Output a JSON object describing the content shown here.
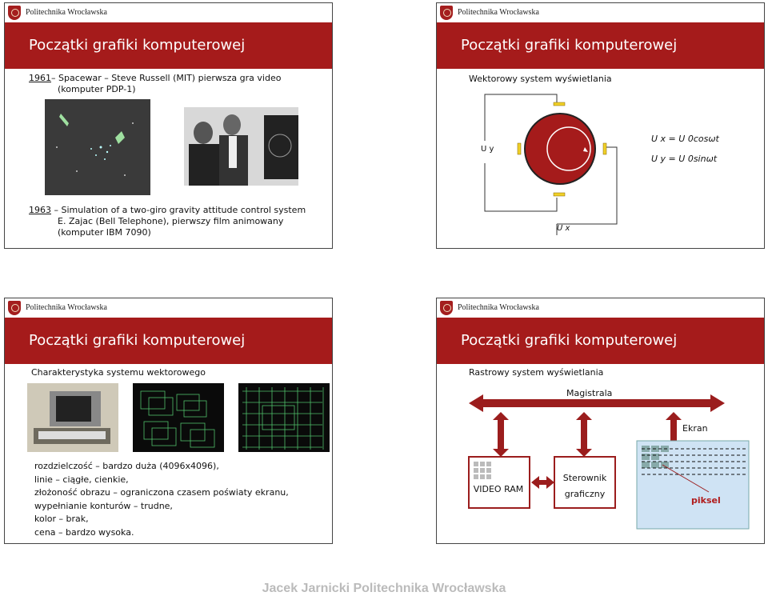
{
  "university": "Politechnika Wrocławska",
  "slides": {
    "s1": {
      "title": "Początki grafiki komputerowej",
      "line1_year": "1961",
      "line1_text": "– Spacewar – Steve Russell (MIT) pierwsza gra video",
      "line1b": "(komputer PDP-1)",
      "line2_year": "1963",
      "line2_text": " – Simulation of a two-giro gravity attitude  control system",
      "line3": "E. Zajac (Bell Telephone), pierwszy film animowany",
      "line4": "(komputer IBM 7090)"
    },
    "s2": {
      "title": "Początki grafiki komputerowej",
      "subtitle": "Wektorowy system wyświetlania",
      "uy": "U y",
      "ux": "U x",
      "eq1": "U x = U 0cosωt",
      "eq2": "U y = U 0sinωt"
    },
    "s3": {
      "title": "Początki grafiki komputerowej",
      "subtitle": "Charakterystyka systemu wektorowego",
      "items": [
        "rozdzielczość – bardzo duża (4096x4096),",
        "linie – ciągłe, cienkie,",
        "złożoność obrazu – ograniczona czasem poświaty ekranu,",
        "wypełnianie konturów – trudne,",
        "kolor – brak,",
        "cena – bardzo wysoka."
      ]
    },
    "s4": {
      "title": "Początki grafiki komputerowej",
      "subtitle": "Rastrowy system wyświetlania",
      "bus": "Magistrala",
      "screen": "Ekran",
      "vram": "VIDEO RAM",
      "controller": "Sterownik graficzny",
      "pixel": "piksel"
    }
  },
  "footer": "Jacek Jarnicki Politechnika Wrocławska"
}
